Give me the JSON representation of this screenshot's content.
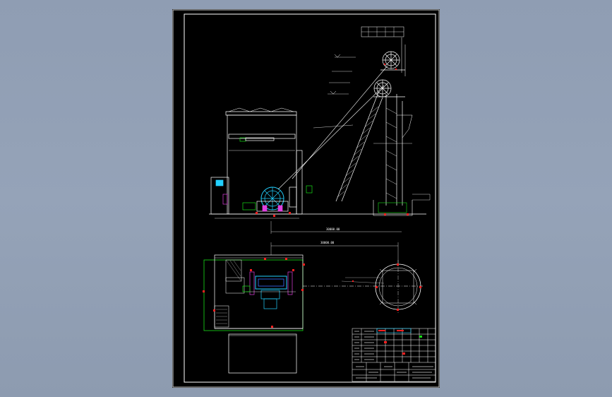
{
  "drawing": {
    "background": "#000000",
    "line_color": "#ffffff",
    "accent_red": "#ff2020",
    "accent_green": "#18e018",
    "accent_cyan": "#22d0ff",
    "accent_magenta": "#e040e0",
    "accent_blue": "#3a6cff"
  },
  "dimensions": {
    "horizontal_span": "30000.00",
    "upper_plan_span": "30000.00"
  },
  "title_block": {
    "rows": 6,
    "cols": 10
  }
}
